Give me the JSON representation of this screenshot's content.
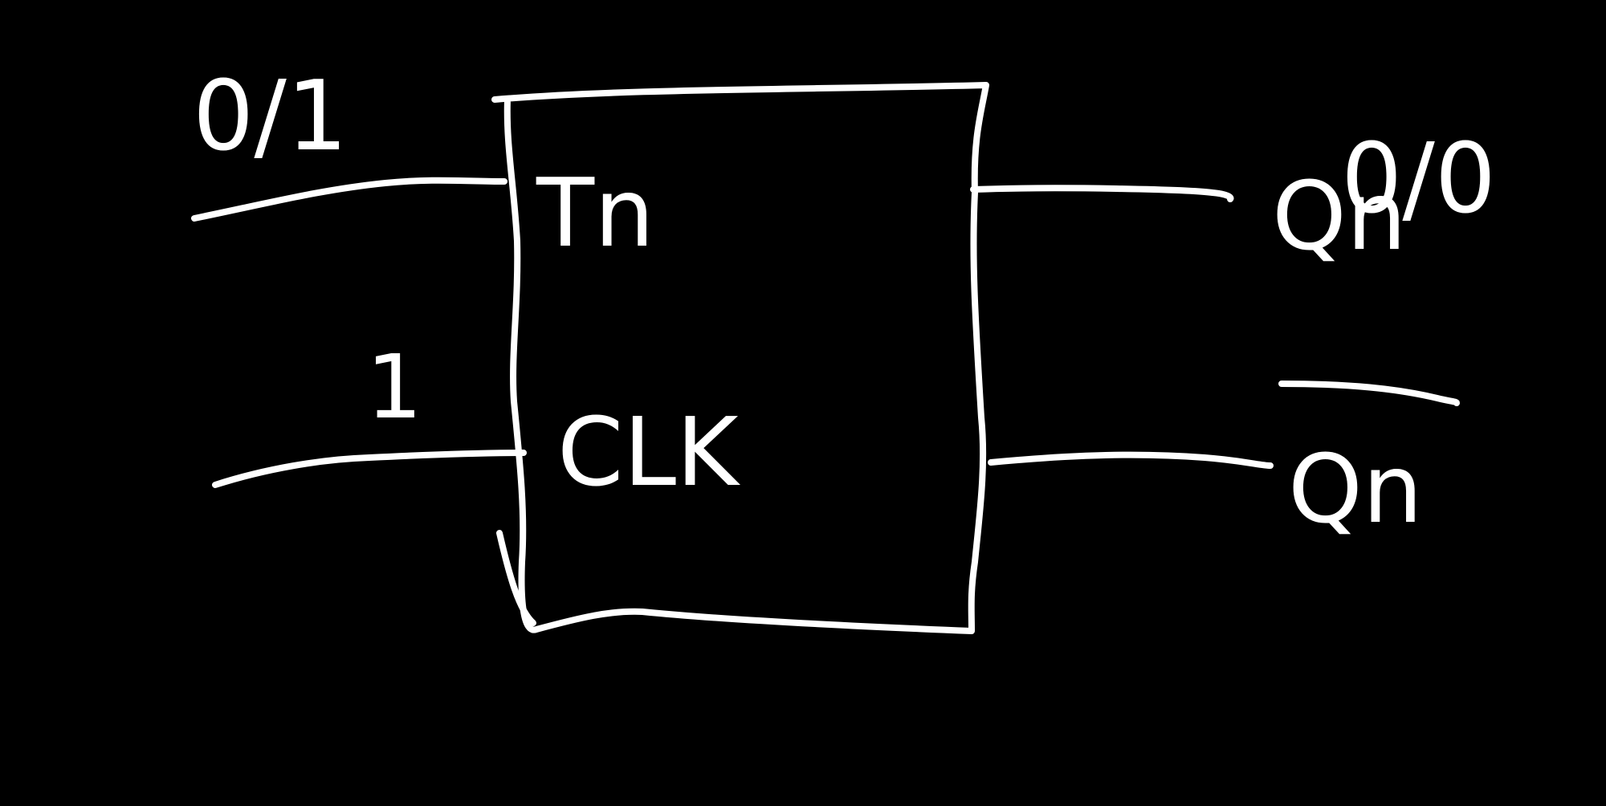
{
  "diagram": {
    "block": {
      "input_t_label": "Tn",
      "input_clk_label": "CLK"
    },
    "inputs": {
      "t_values": "0/1",
      "clk_value": "1"
    },
    "outputs": {
      "q_label": "Qn",
      "q_values": "0/0",
      "qbar_label": "Qn"
    }
  },
  "colors": {
    "background": "#000000",
    "ink": "#ffffff"
  }
}
